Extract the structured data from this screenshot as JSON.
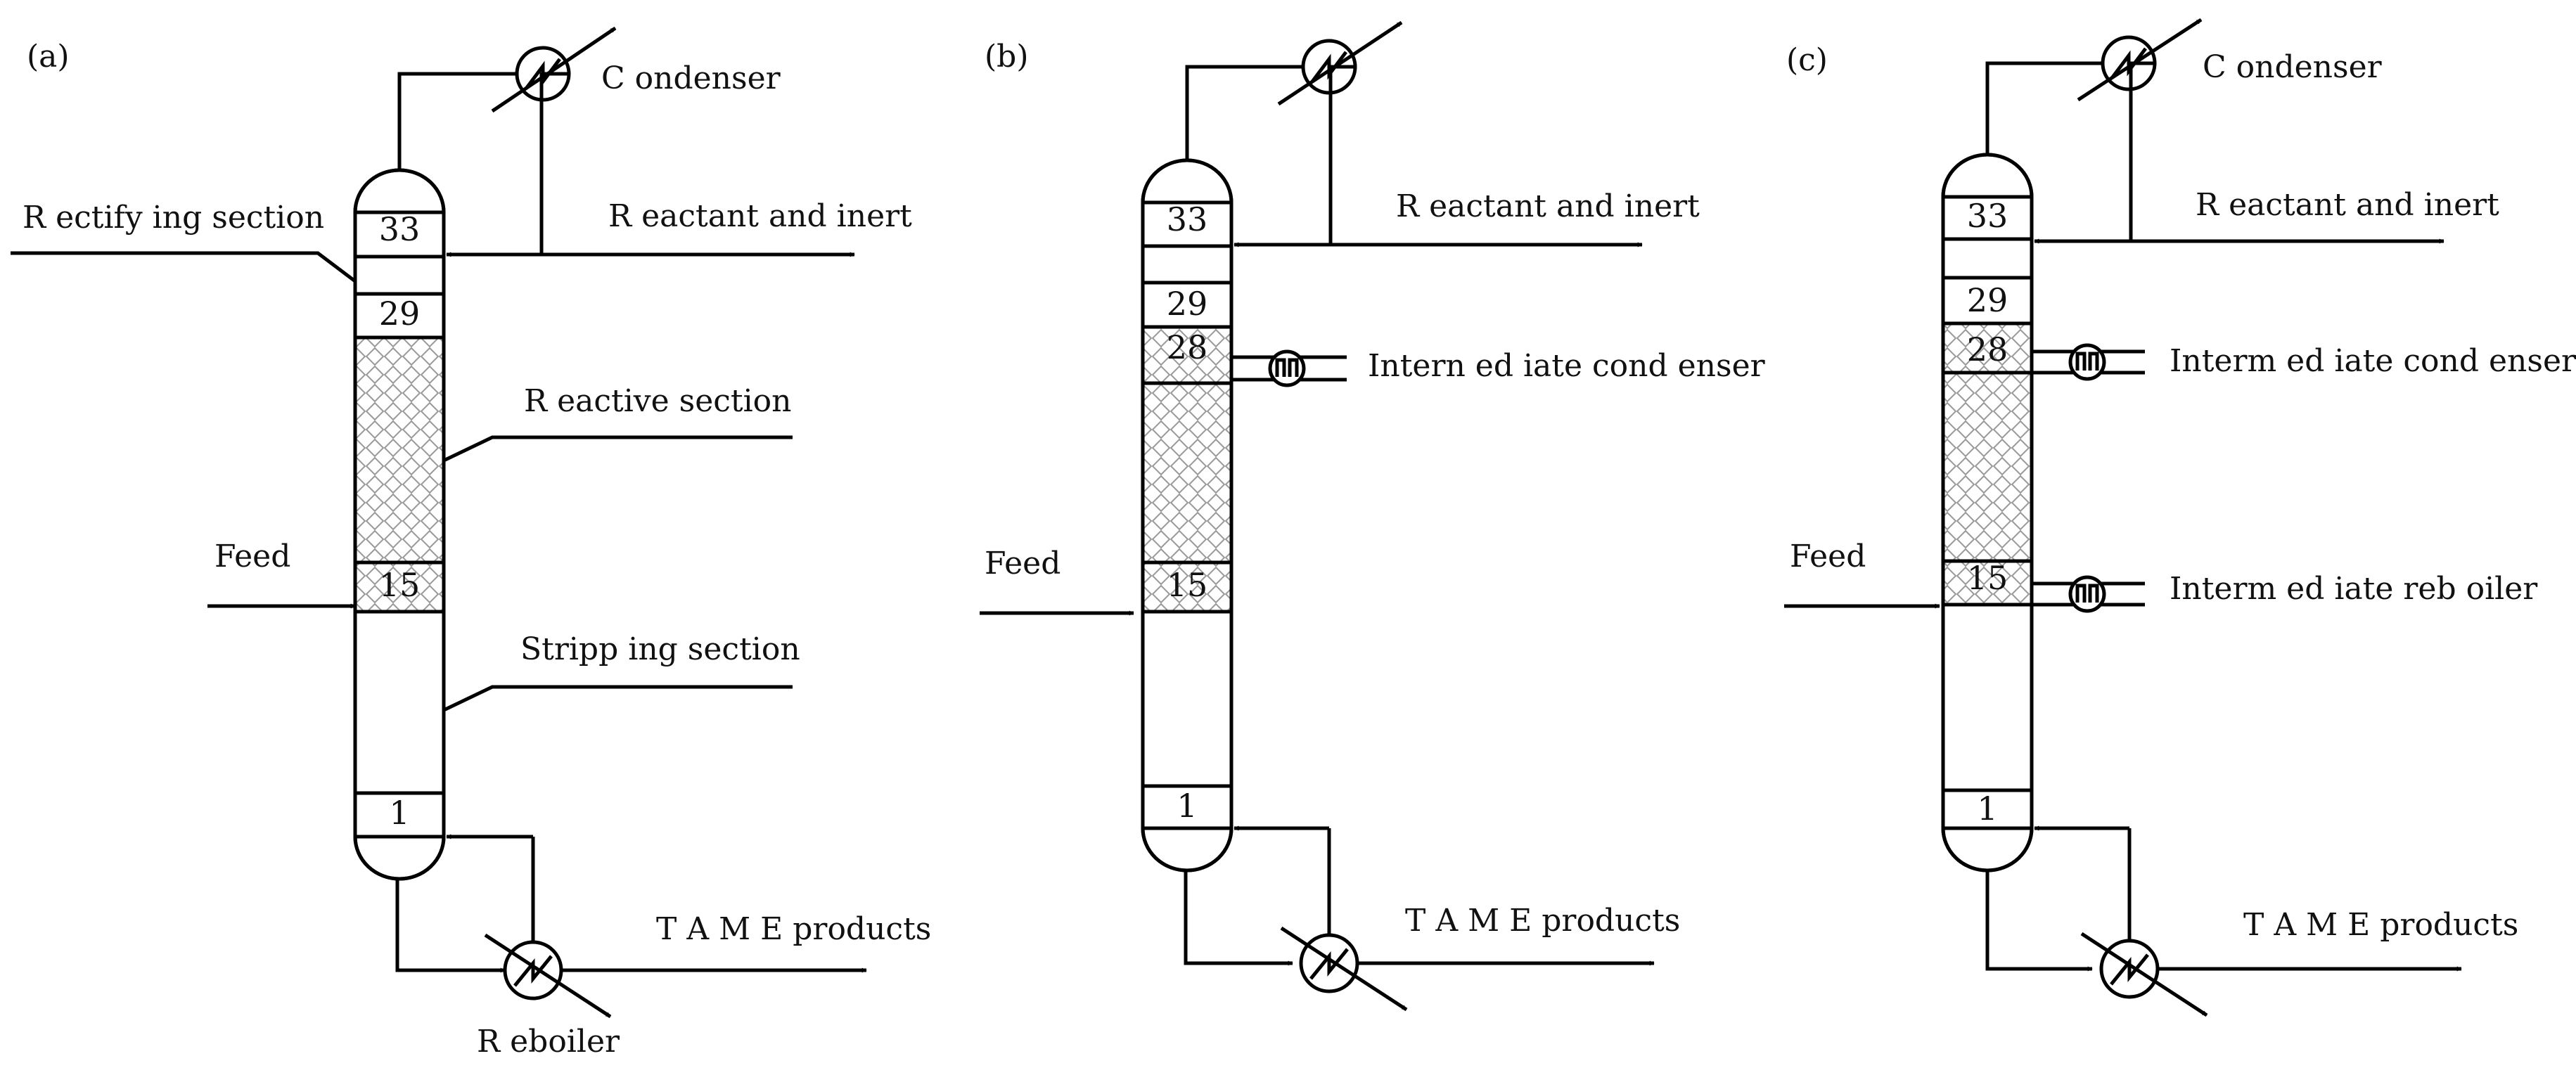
{
  "panels": [
    {
      "id": "a",
      "panel_label": "(a)",
      "condenser_label": "C ondenser",
      "reboiler_label": "R eboiler",
      "top_stream_label": "R eactant and inert",
      "bottom_stream_label": "T A M E products",
      "feed_label": "Feed",
      "tray_top": "33",
      "tray_rect": "29",
      "tray_react": "15",
      "tray_bottom": "1",
      "rectifying_label": "R ectify ing section",
      "reactive_label": "R eactive section",
      "stripping_label": "Stripp ing section"
    },
    {
      "id": "b",
      "panel_label": "(b)",
      "top_stream_label": "R eactant and inert",
      "bottom_stream_label": "T A M E products",
      "feed_label": "Feed",
      "tray_top": "33",
      "tray_rect": "29",
      "tray_ic": "28",
      "tray_react": "15",
      "tray_bottom": "1",
      "intermediate_condenser_label": "Intern ed iate cond enser"
    },
    {
      "id": "c",
      "panel_label": "(c)",
      "condenser_label": "C ondenser",
      "top_stream_label": "R eactant and inert",
      "bottom_stream_label": "T A M E products",
      "feed_label": "Feed",
      "tray_top": "33",
      "tray_rect": "29",
      "tray_ic": "28",
      "tray_react": "15",
      "tray_bottom": "1",
      "intermediate_condenser_label": "Interm ed iate cond enser",
      "intermediate_reboiler_label": "Interm ed iate reb oiler"
    }
  ]
}
